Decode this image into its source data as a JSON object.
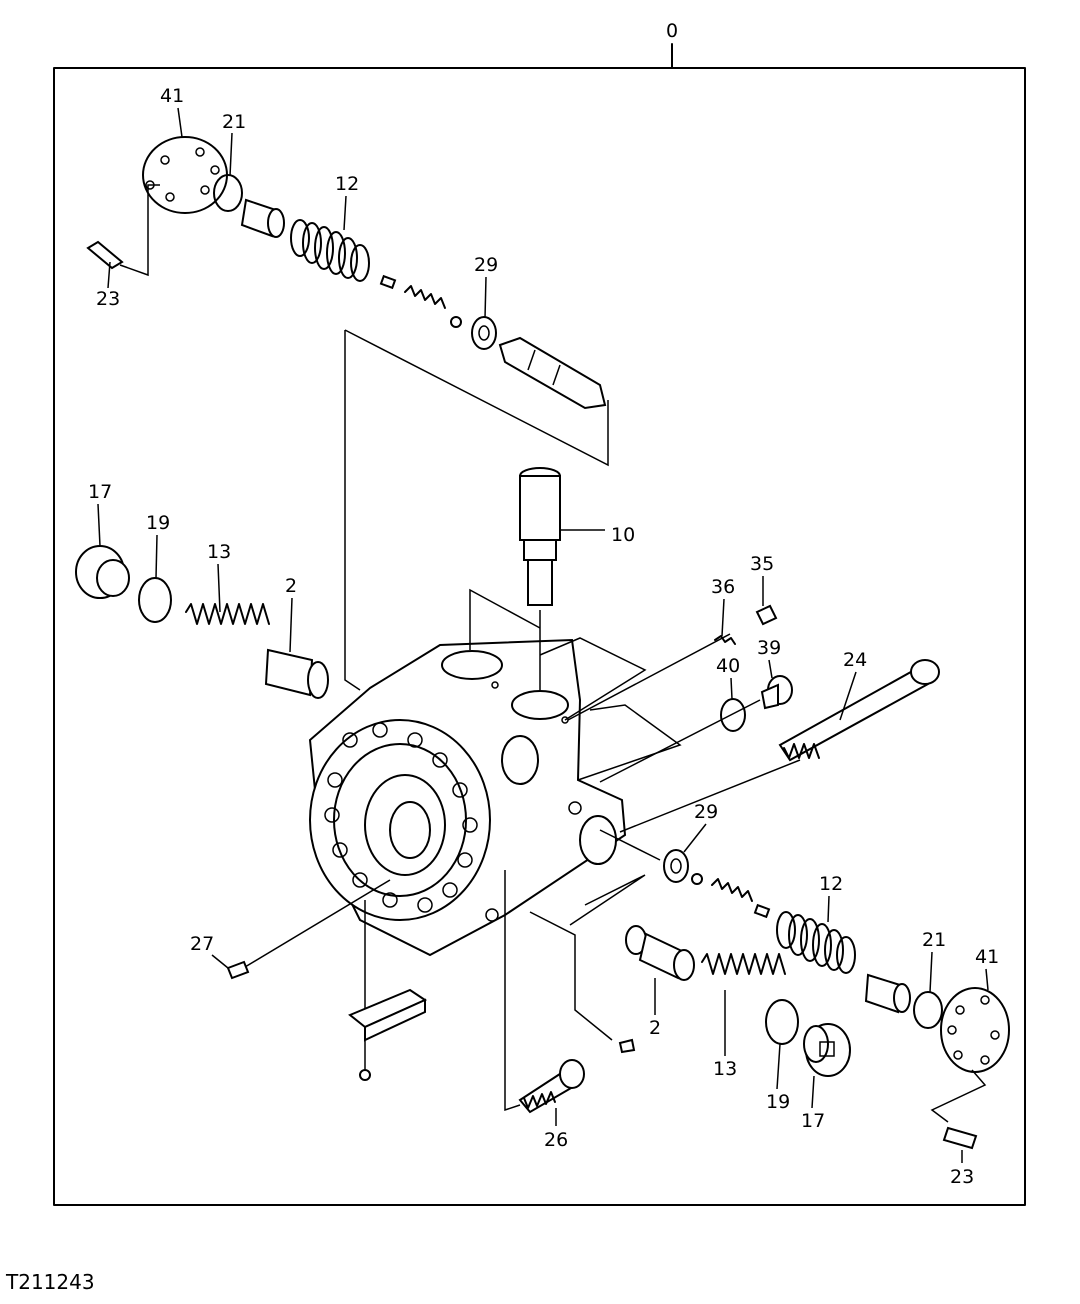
{
  "figure_id": "T211243",
  "assembly_label": "0",
  "callouts": [
    "0",
    "41",
    "21",
    "12",
    "23",
    "29",
    "17",
    "19",
    "13",
    "2",
    "10",
    "35",
    "36",
    "39",
    "40",
    "24",
    "29",
    "12",
    "21",
    "41",
    "27",
    "2",
    "13",
    "19",
    "17",
    "26",
    "23"
  ]
}
